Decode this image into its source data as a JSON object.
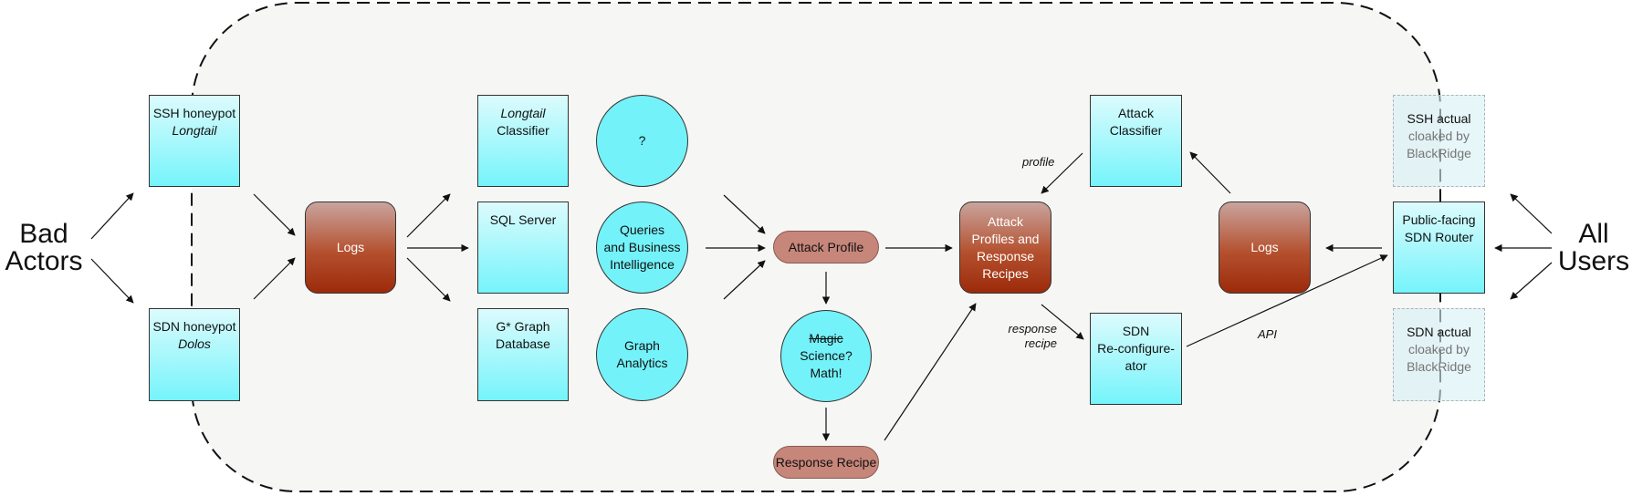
{
  "nodes": {
    "ssh_honeypot": {
      "line1": "SSH honeypot",
      "line2": "Longtail"
    },
    "sdn_honeypot": {
      "line1": "SDN honeypot",
      "line2": "Dolos"
    },
    "logs_left": {
      "label": "Logs"
    },
    "longtail_classifier": {
      "line1": "Longtail",
      "line2": "Classifier"
    },
    "sql_server": {
      "label": "SQL Server"
    },
    "graph_database": {
      "line1": "G* Graph",
      "line2": "Database"
    },
    "question": {
      "label": "?"
    },
    "queries": {
      "line1": "Queries",
      "line2": "and Business",
      "line3": "Intelligence"
    },
    "graph_analytics": {
      "line1": "Graph",
      "line2": "Analytics"
    },
    "attack_profile": {
      "label": "Attack Profile"
    },
    "magic": {
      "line1": "Magic",
      "line2": "Science?",
      "line3": "Math!"
    },
    "response_recipe": {
      "label": "Response Recipe"
    },
    "attack_profiles_recipes": {
      "line1": "Attack",
      "line2": "Profiles and",
      "line3": "Response",
      "line4": "Recipes"
    },
    "attack_classifier": {
      "line1": "Attack",
      "line2": "Classifier"
    },
    "sdn_reconfigurator": {
      "line1": "SDN",
      "line2": "Re-configure-",
      "line3": "ator"
    },
    "logs_right": {
      "label": "Logs"
    },
    "ssh_actual": {
      "line1": "SSH actual",
      "line2": "cloaked by",
      "line3": "BlackRidge"
    },
    "sdn_router": {
      "line1": "Public-facing",
      "line2": "SDN Router"
    },
    "sdn_actual": {
      "line1": "SDN actual",
      "line2": "cloaked by",
      "line3": "BlackRidge"
    }
  },
  "actors": {
    "bad": {
      "line1": "Bad",
      "line2": "Actors"
    },
    "all": {
      "line1": "All",
      "line2": "Users"
    }
  },
  "edge_labels": {
    "profile": "profile",
    "response_recipe_1": "response",
    "response_recipe_2": "recipe",
    "api": "API"
  },
  "colors": {
    "box_fill": "#75f4fb",
    "circle_fill": "#73f2f9",
    "logs_fill": "#b4512f",
    "pill_fill": "#c7867a",
    "boundary_fill": "#f6f6f5"
  }
}
